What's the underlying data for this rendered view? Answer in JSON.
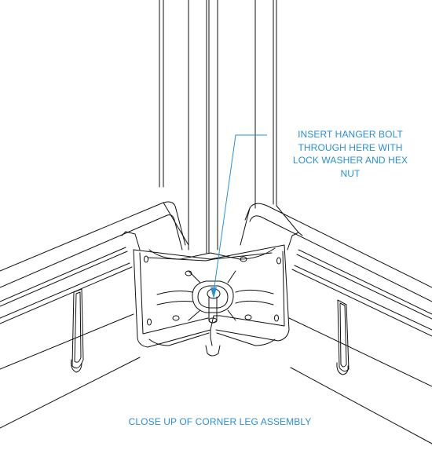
{
  "callout": {
    "lines": [
      "INSERT HANGER BOLT",
      "THROUGH HERE WITH",
      "LOCK WASHER AND HEX",
      "NUT"
    ]
  },
  "caption": "CLOSE UP OF CORNER LEG ASSEMBLY",
  "colors": {
    "annotation": "#2b8fd6",
    "linework": "#111111"
  }
}
